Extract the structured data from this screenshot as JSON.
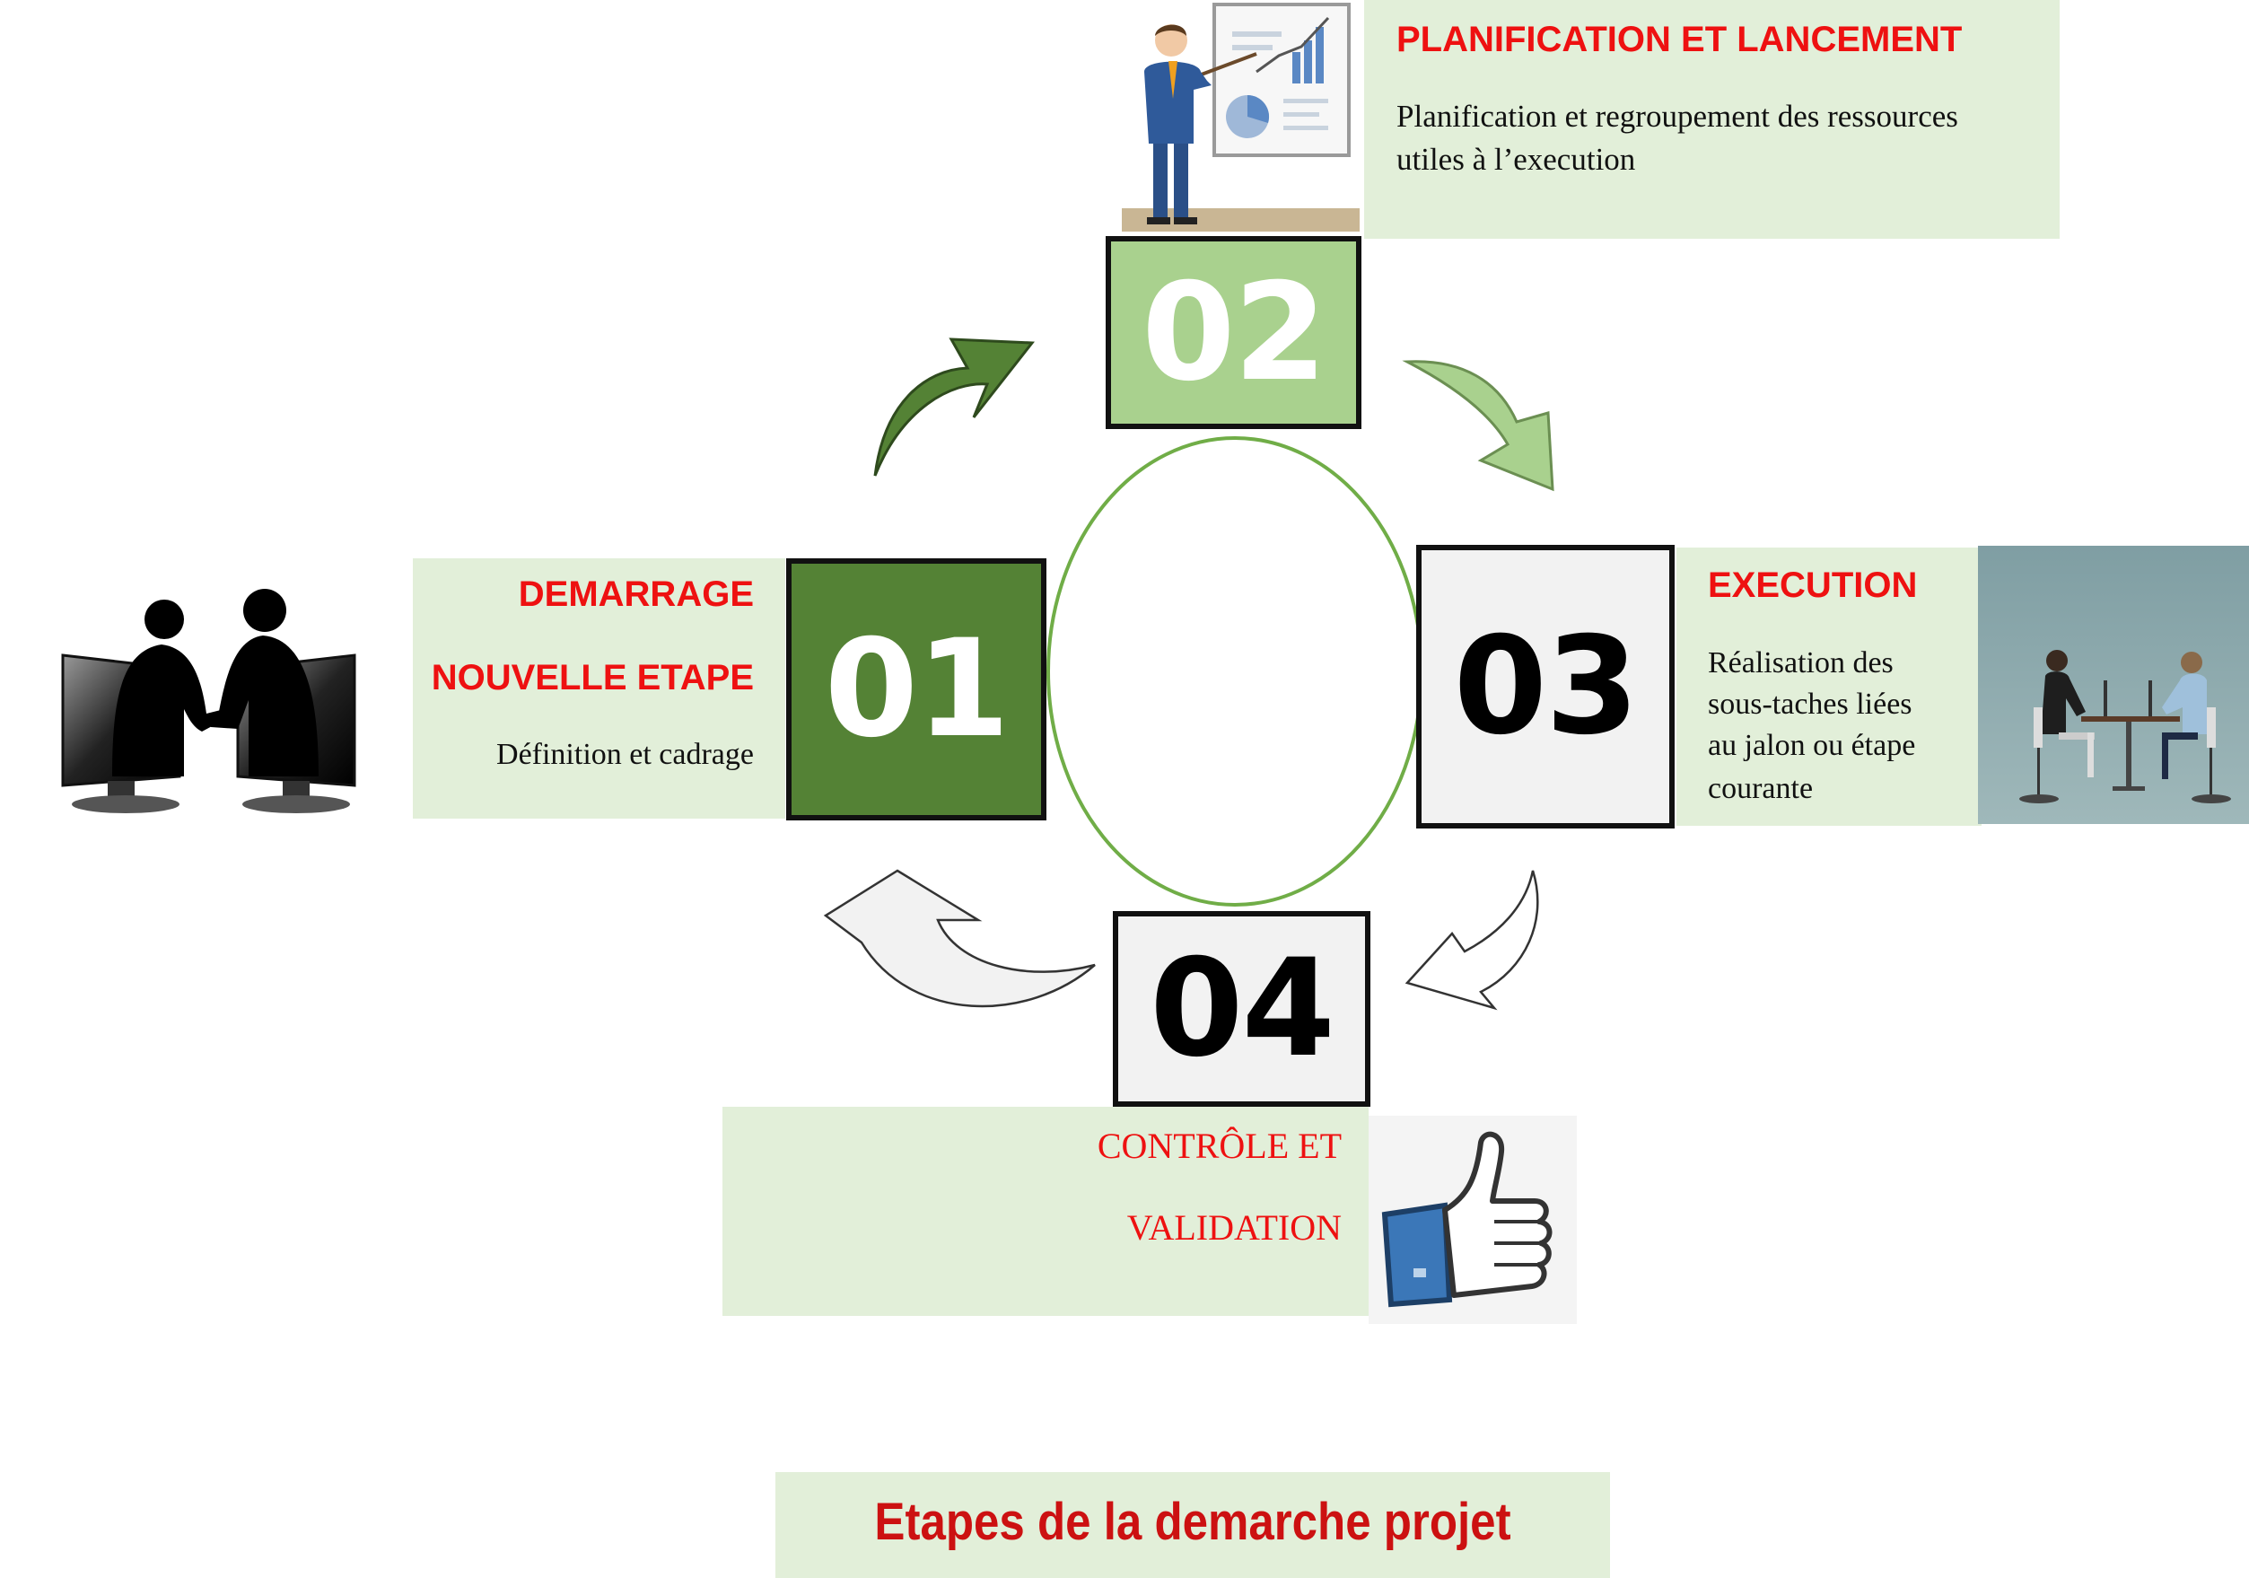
{
  "caption": "Etapes de la demarche projet",
  "colors": {
    "dark_green": "#548235",
    "light_green": "#a9d18e",
    "pale_green": "#e2efd9",
    "grey_box": "#f2f2f2",
    "red": "#ee1111",
    "ellipse_stroke": "#70ad47"
  },
  "steps": [
    {
      "number": "01",
      "title_line1": "DEMARRAGE",
      "title_line2": "NOUVELLE ETAPE",
      "description": "Définition et cadrage",
      "icon": "handshake-monitors-icon"
    },
    {
      "number": "02",
      "title": "PLANIFICATION ET LANCEMENT",
      "description_line1": "Planification et regroupement des ressources",
      "description_line2": "utiles à l’execution",
      "icon": "presenter-chart-icon"
    },
    {
      "number": "03",
      "title": "EXECUTION",
      "description_lines": [
        "Réalisation des",
        "sous-taches liées",
        "au jalon ou étape",
        "courante"
      ],
      "icon": "people-at-desks-icon"
    },
    {
      "number": "04",
      "title_line1": "CONTRÔLE ET",
      "title_line2": "VALIDATION",
      "icon": "thumbs-up-icon"
    }
  ]
}
